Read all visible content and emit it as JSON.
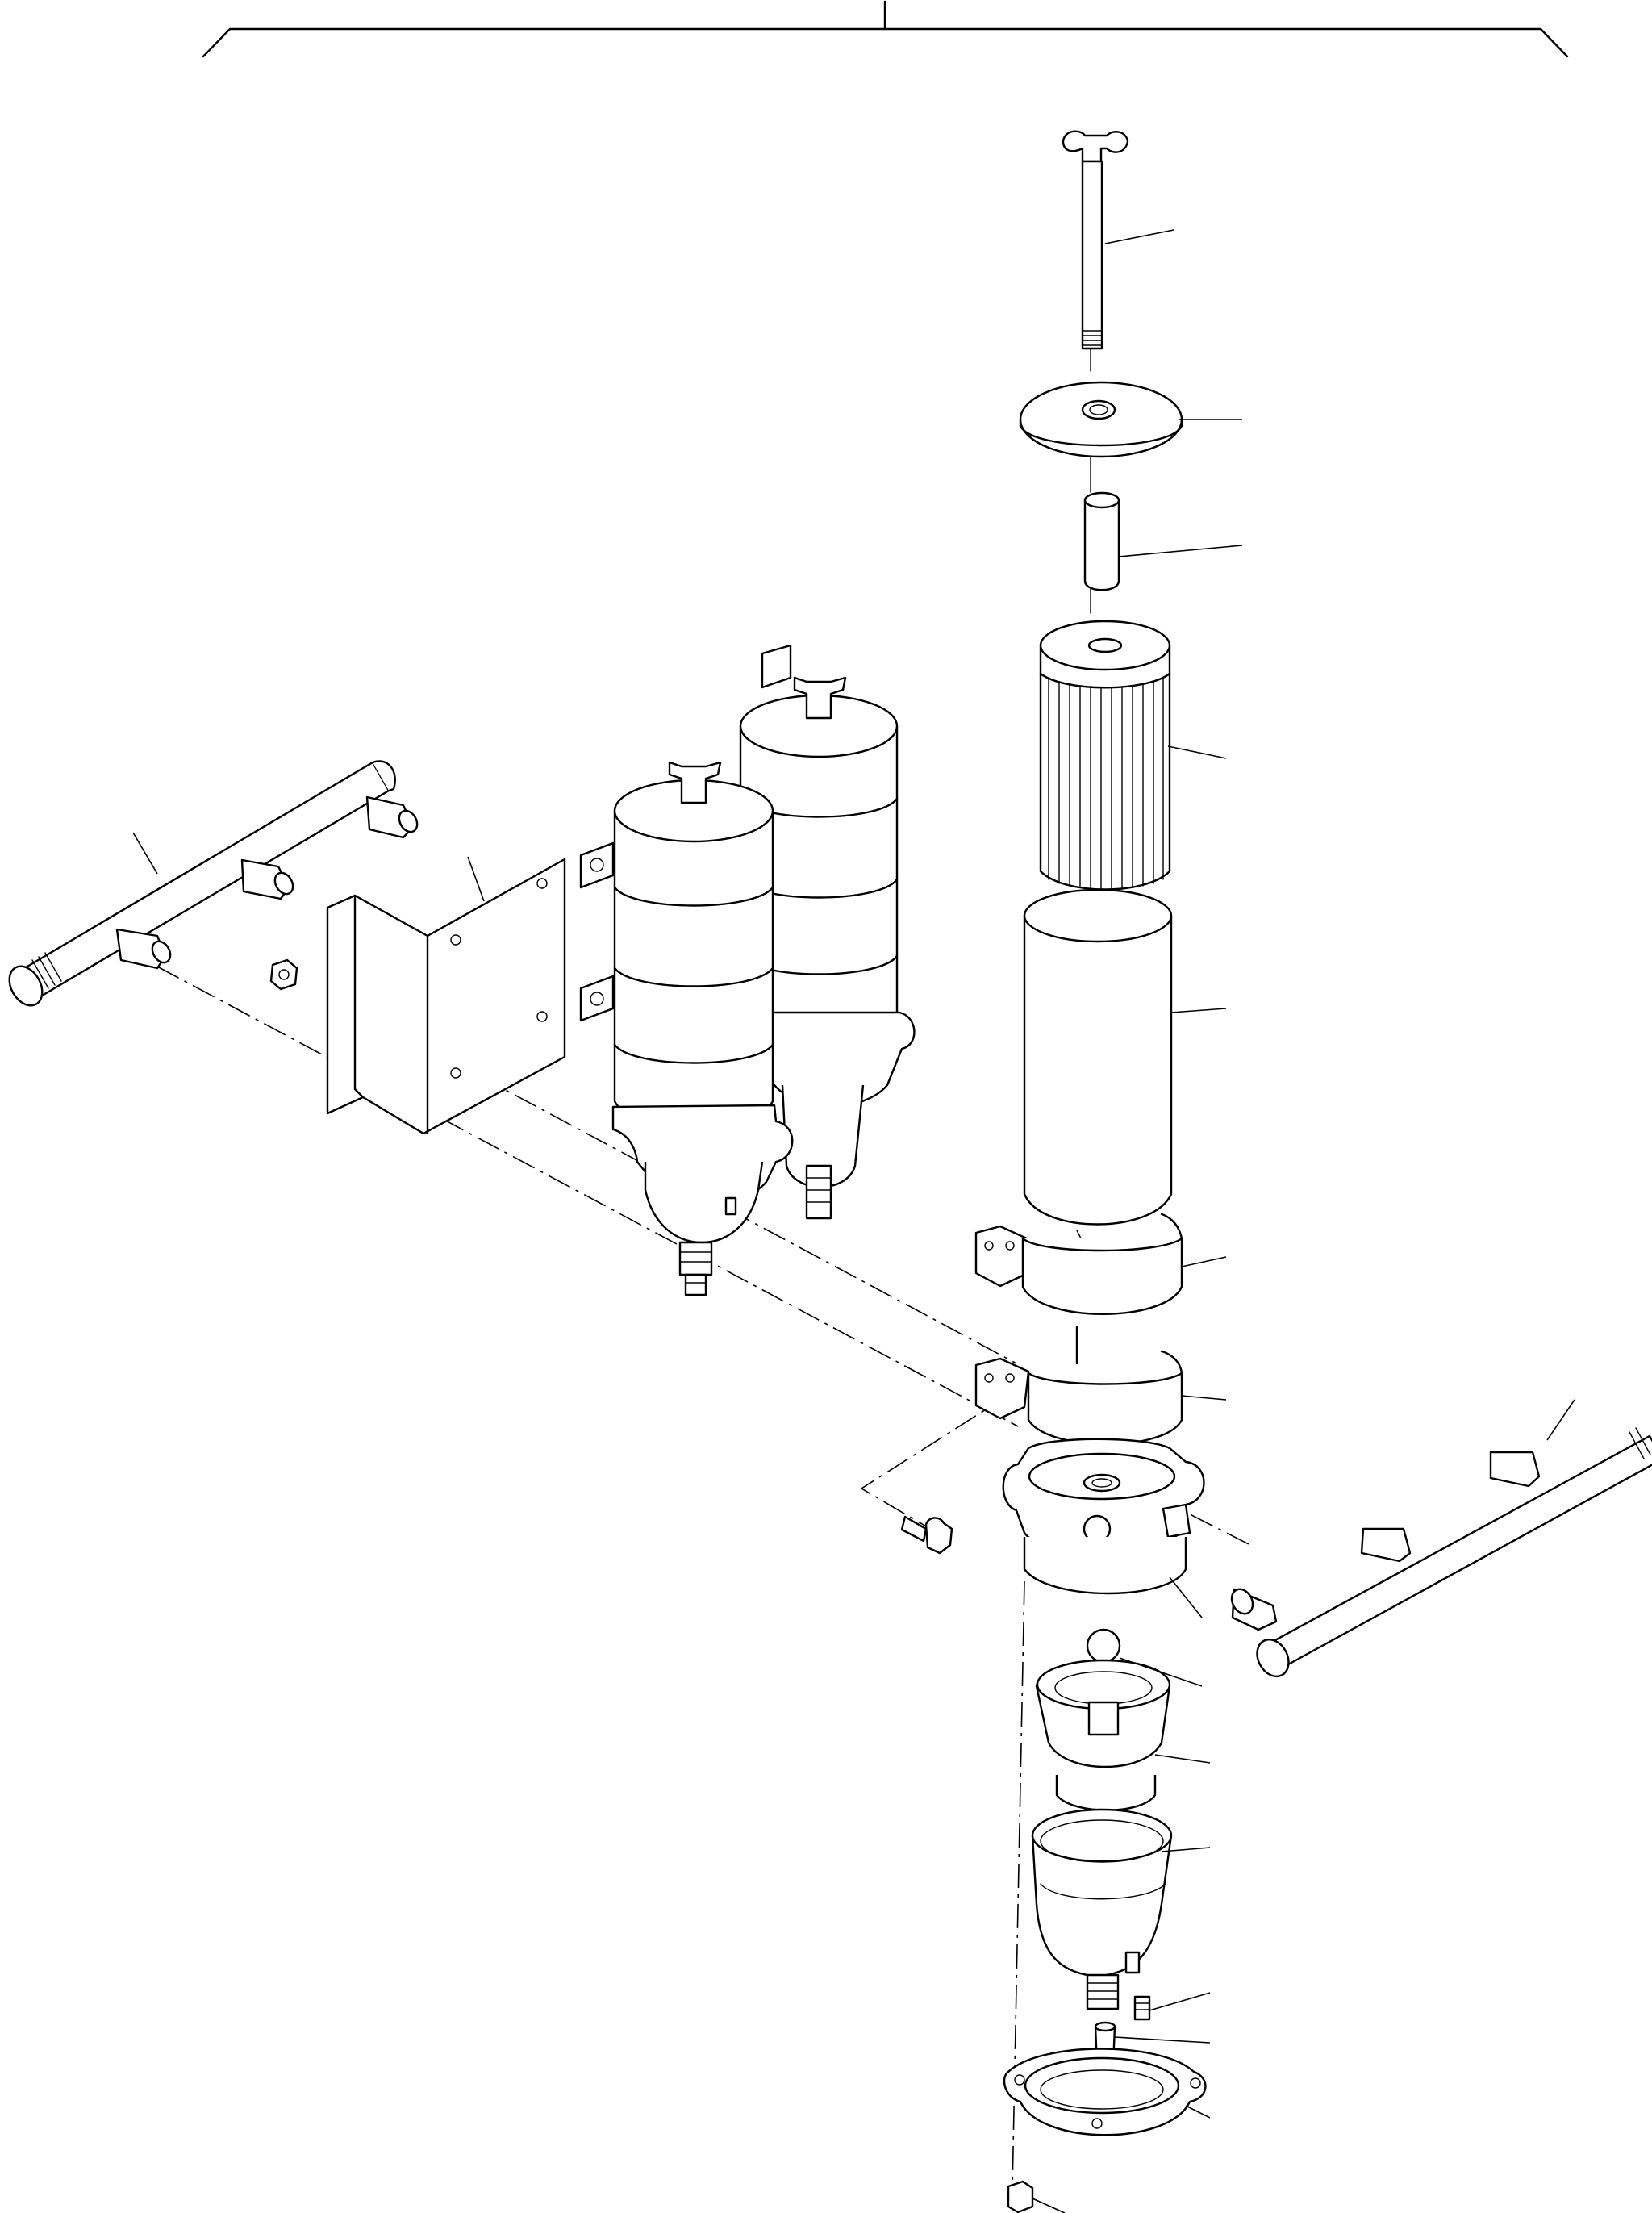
{
  "drawing": {
    "callouts": [
      {
        "id": "c1",
        "text": ""
      },
      {
        "id": "c2",
        "text": ""
      },
      {
        "id": "c3",
        "text": ""
      },
      {
        "id": "c4",
        "text": ""
      },
      {
        "id": "c5",
        "text": ""
      },
      {
        "id": "c6",
        "text": ""
      },
      {
        "id": "c7",
        "text": ""
      },
      {
        "id": "c8",
        "text": ""
      },
      {
        "id": "c9",
        "text": ""
      },
      {
        "id": "c10",
        "text": ""
      },
      {
        "id": "c11",
        "text": ""
      },
      {
        "id": "c12",
        "text": ""
      },
      {
        "id": "c13",
        "text": ""
      },
      {
        "id": "c14",
        "text": ""
      },
      {
        "id": "c15",
        "text": ""
      },
      {
        "id": "c16",
        "text": ""
      },
      {
        "id": "c17",
        "text": ""
      },
      {
        "id": "c18",
        "text": ""
      }
    ]
  }
}
